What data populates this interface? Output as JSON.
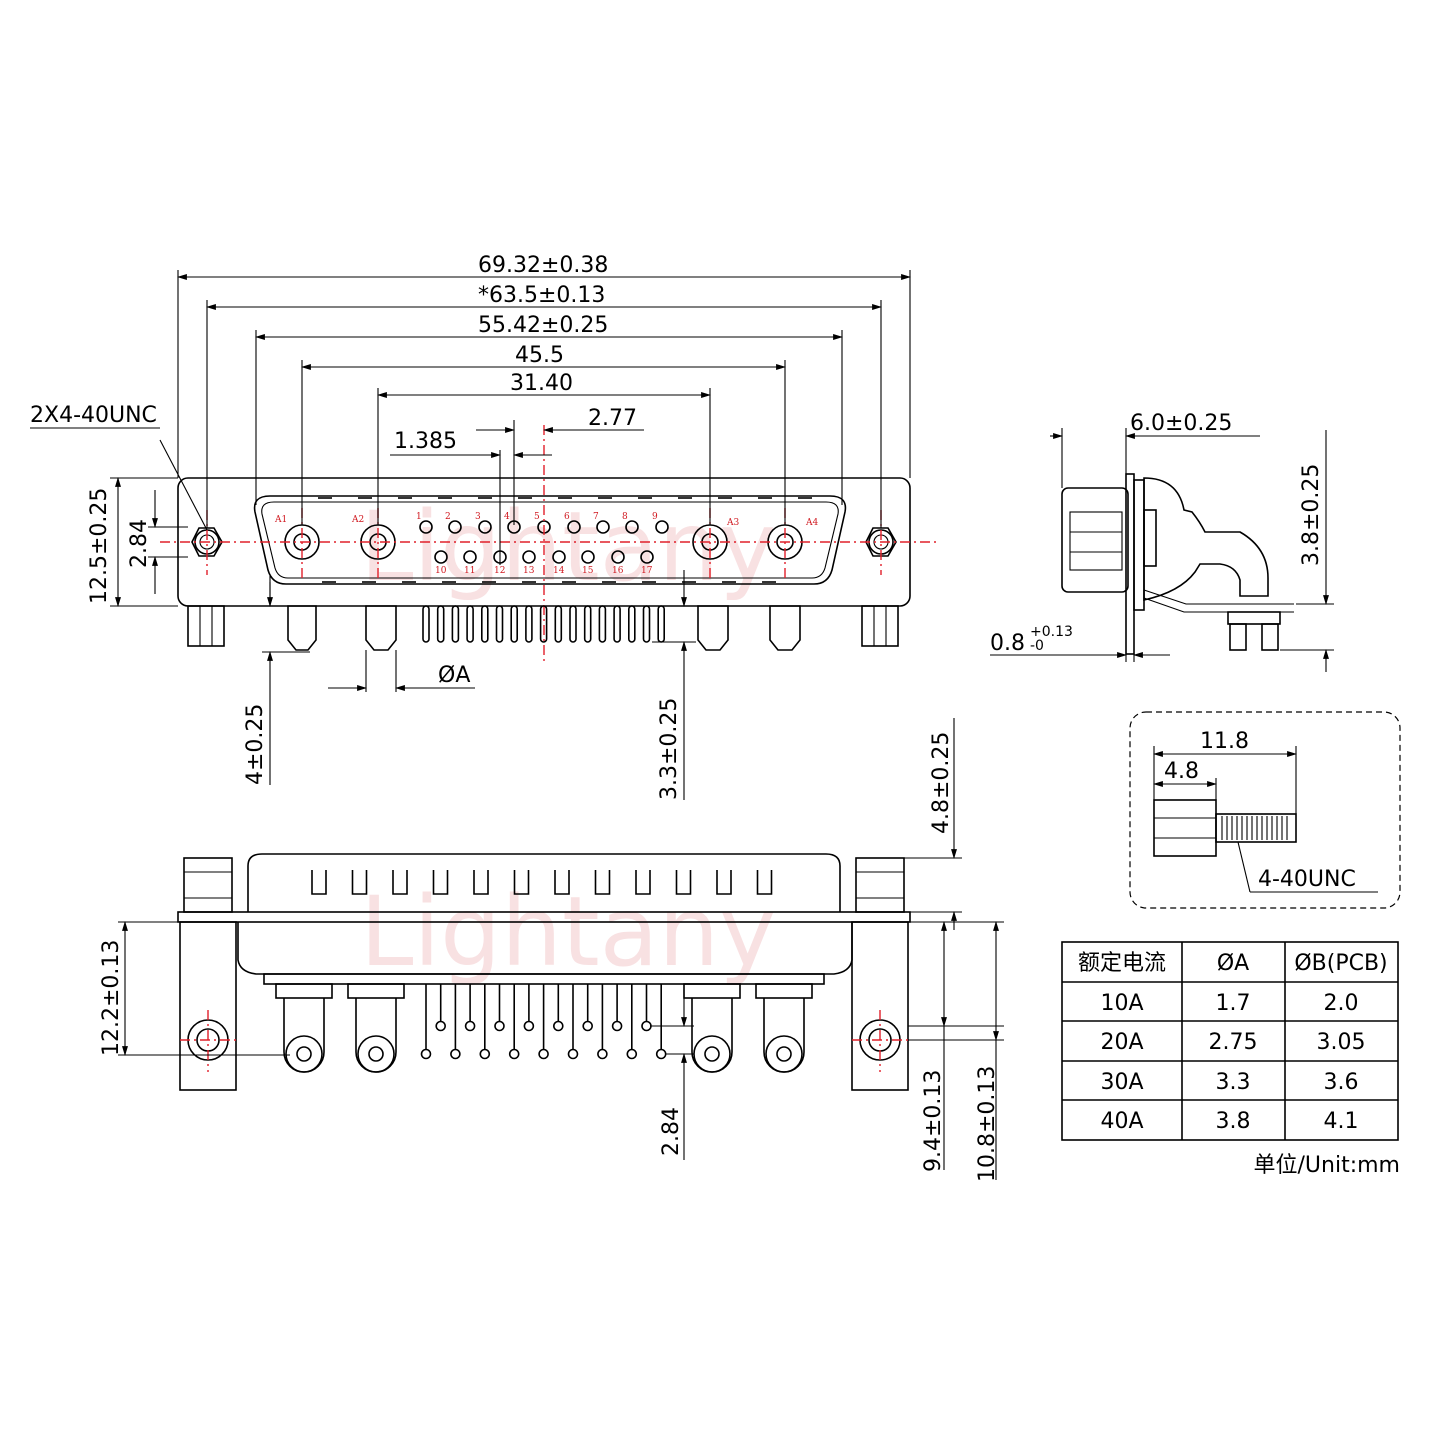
{
  "watermark": "Lightany",
  "front_view": {
    "dims_top": [
      "69.32±0.38",
      "*63.5±0.13",
      "55.42±0.25",
      "45.5",
      "31.40",
      "2.77",
      "1.385"
    ],
    "thread_label": "2X4-40UNC",
    "dim_height": "12.5±0.25",
    "dim_row_gap": "2.84",
    "dim_pin_len": "4±0.25",
    "dim_pin_len2": "3.3±0.25",
    "dim_phiA": "ØA",
    "power_labels": [
      "A1",
      "A2",
      "A3",
      "A4"
    ],
    "signal_labels": [
      "1",
      "2",
      "3",
      "4",
      "5",
      "6",
      "7",
      "8",
      "9",
      "10",
      "11",
      "12",
      "13",
      "14",
      "15",
      "16",
      "17"
    ]
  },
  "side_view": {
    "dim_depth": "6.0±0.25",
    "dim_height": "3.8±0.25",
    "dim_flange": "0.8",
    "dim_flange_tol_upper": "+0.13",
    "dim_flange_tol_lower": "-0"
  },
  "screw_detail": {
    "dim_total": "11.8",
    "dim_hex": "4.8",
    "thread": "4-40UNC"
  },
  "bottom_view": {
    "dim_top": "4.8±0.25",
    "dim_left": "12.2±0.13",
    "dim_row": "2.84",
    "dim_94": "9.4±0.13",
    "dim_108": "10.8±0.13"
  },
  "table": {
    "headers": [
      "额定电流",
      "ØA",
      "ØB(PCB)"
    ],
    "rows": [
      [
        "10A",
        "1.7",
        "2.0"
      ],
      [
        "20A",
        "2.75",
        "3.05"
      ],
      [
        "30A",
        "3.3",
        "3.6"
      ],
      [
        "40A",
        "3.8",
        "4.1"
      ]
    ],
    "unit": "单位/Unit:mm"
  }
}
